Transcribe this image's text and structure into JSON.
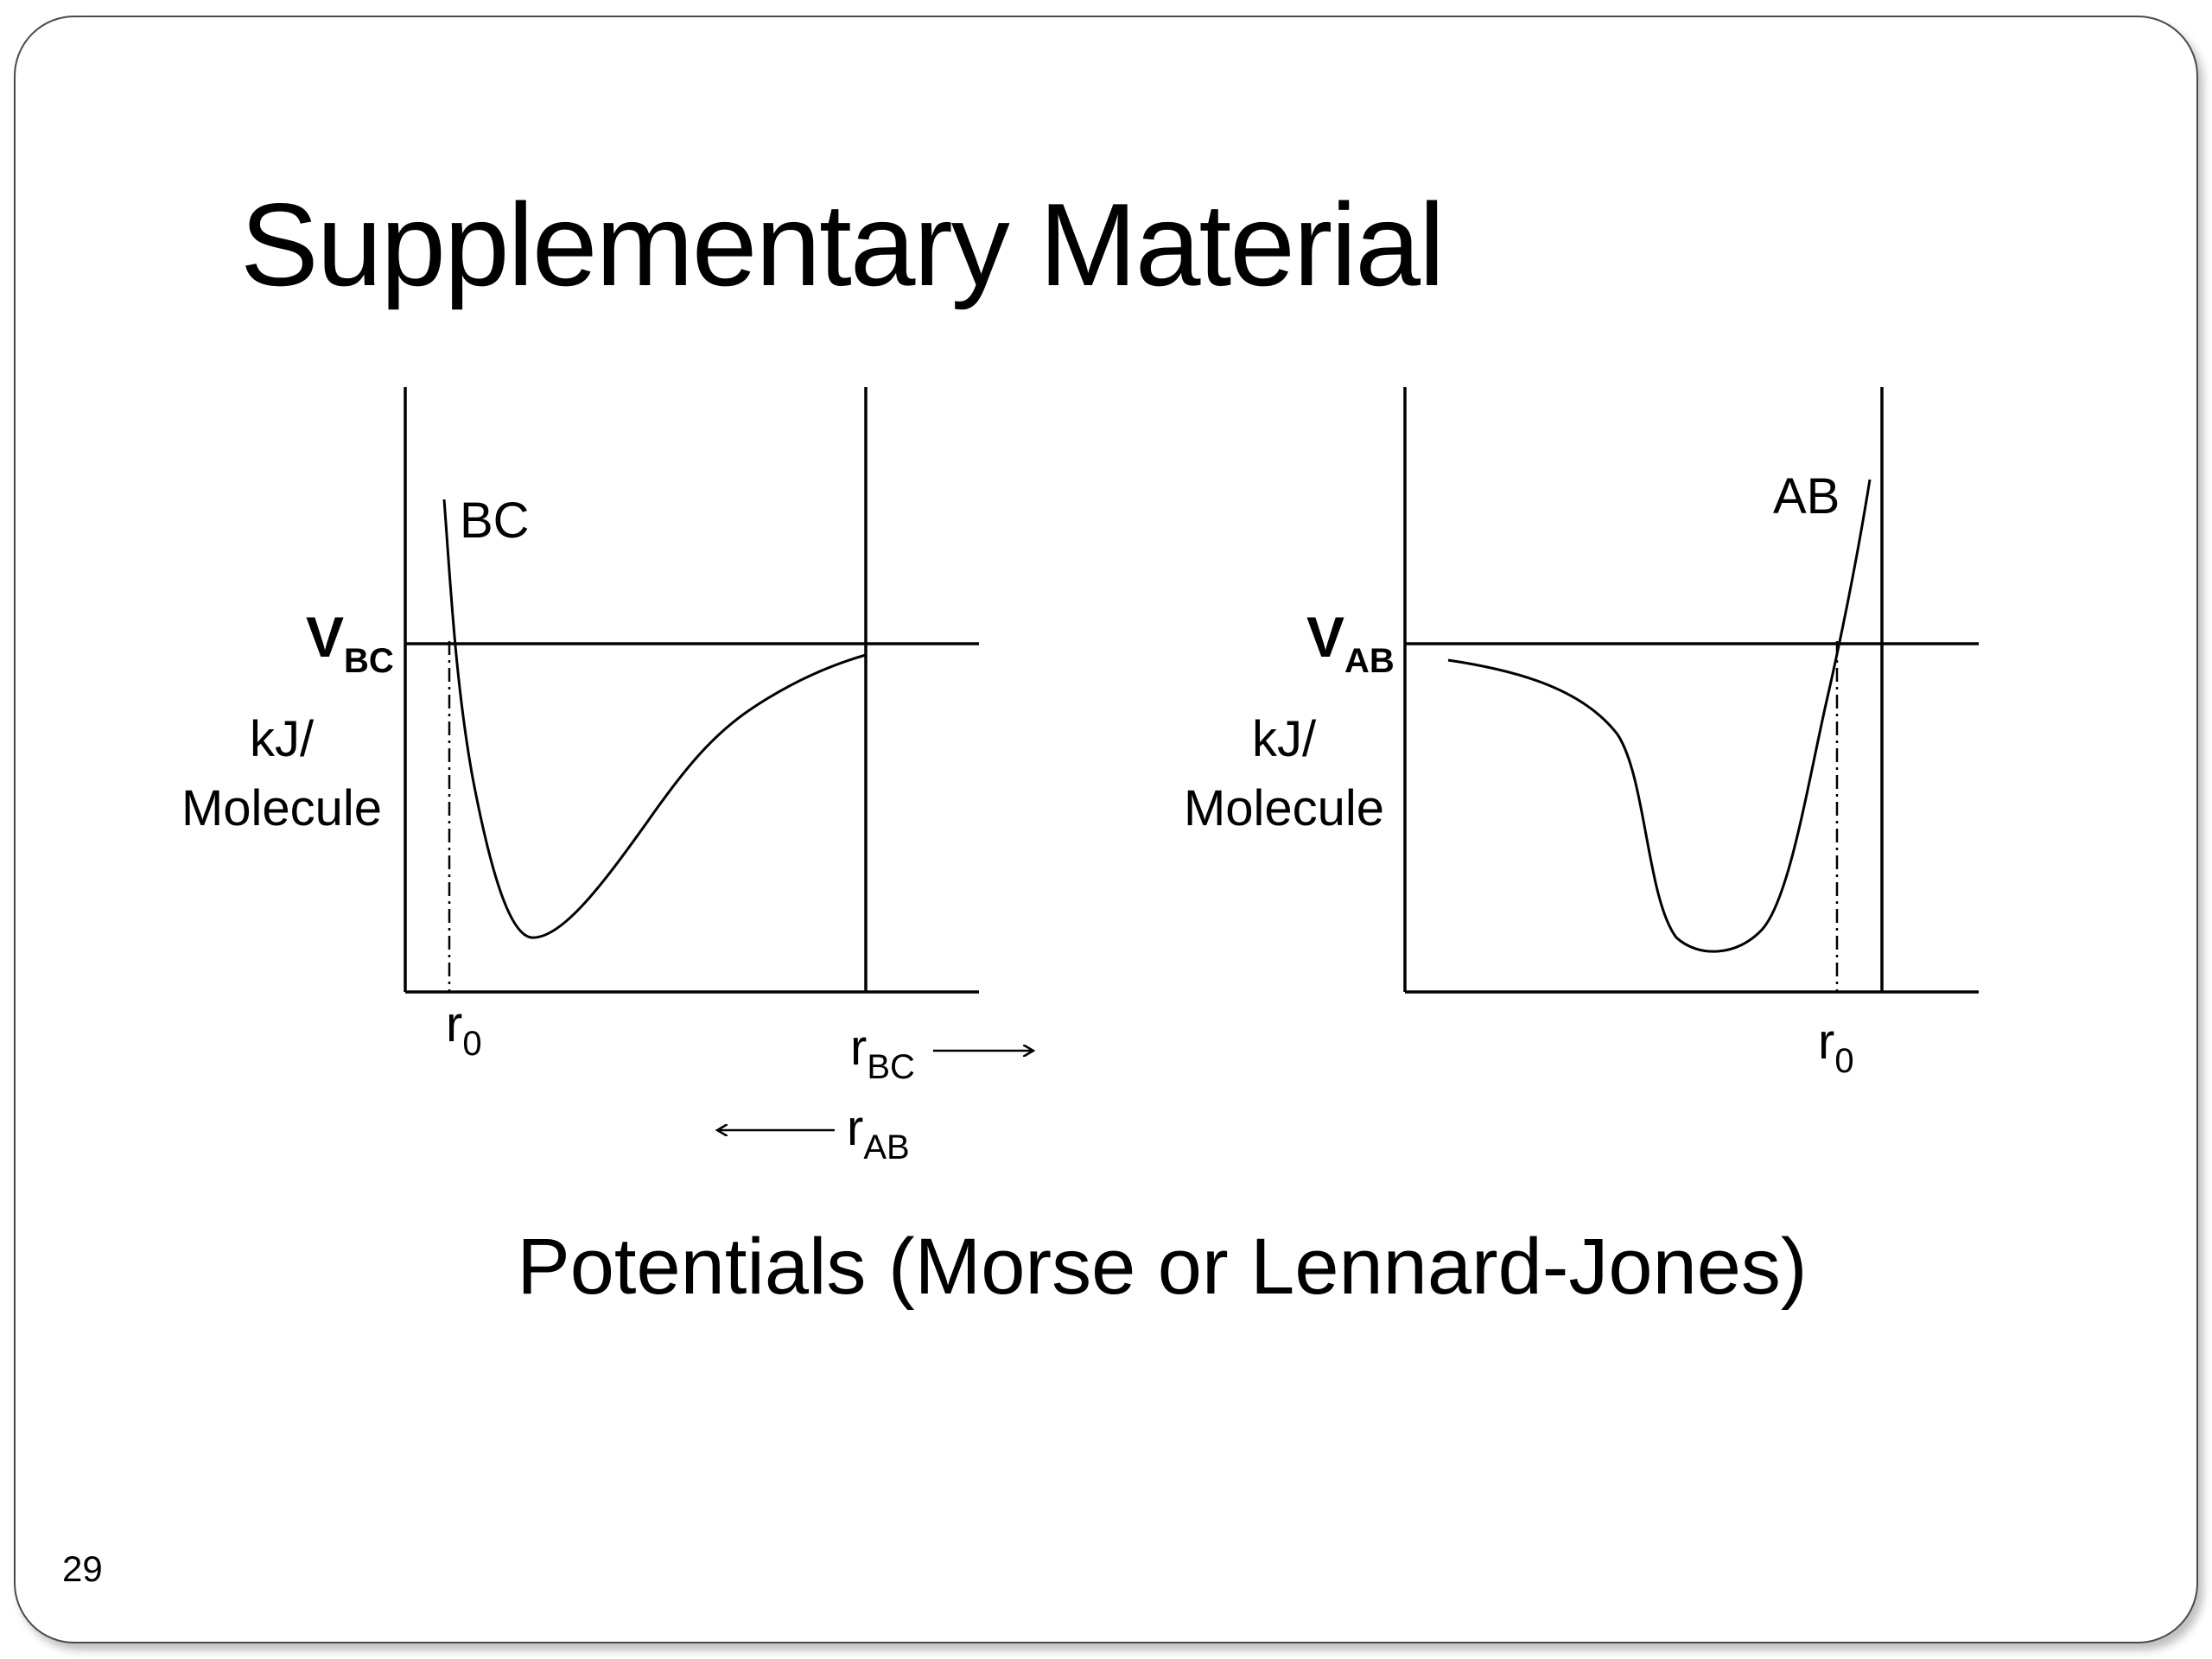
{
  "slide": {
    "title": "Supplementary Material",
    "caption": "Potentials (Morse or Lennard-Jones)",
    "page_number": "29"
  },
  "left_plot": {
    "curve_label": "BC",
    "y_label_main": "V",
    "y_label_sub": "BC",
    "y_units_line1": "kJ/",
    "y_units_line2": "Molecule",
    "r0_main": "r",
    "r0_sub": "0",
    "x_label_main": "r",
    "x_label_sub": "BC",
    "reverse_label_main": "r",
    "reverse_label_sub": "AB"
  },
  "right_plot": {
    "curve_label": "AB",
    "y_label_main": "V",
    "y_label_sub": "AB",
    "y_units_line1": "kJ/",
    "y_units_line2": "Molecule",
    "r0_main": "r",
    "r0_sub": "0"
  }
}
